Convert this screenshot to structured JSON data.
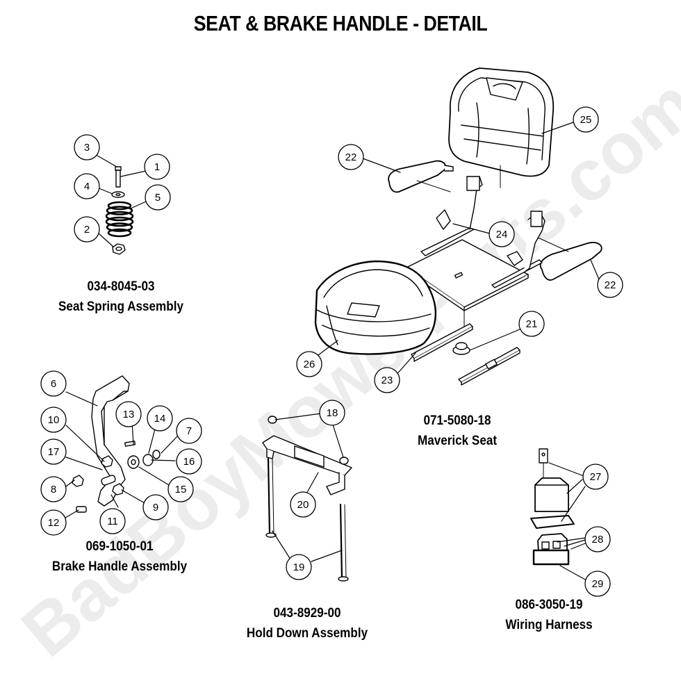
{
  "title": "SEAT & BRAKE HANDLE - DETAIL",
  "watermark": "BadBoyMowerParts.com",
  "colors": {
    "line": "#000000",
    "watermark": "#e9e9e9",
    "background": "#ffffff"
  },
  "assemblies": [
    {
      "part_number": "034-8045-03",
      "name": "Seat Spring Assembly"
    },
    {
      "part_number": "069-1050-01",
      "name": "Brake Handle Assembly"
    },
    {
      "part_number": "043-8929-00",
      "name": "Hold Down Assembly"
    },
    {
      "part_number": "071-5080-18",
      "name": "Maverick Seat"
    },
    {
      "part_number": "086-3050-19",
      "name": "Wiring Harness"
    }
  ],
  "callouts": [
    "1",
    "2",
    "3",
    "4",
    "5",
    "6",
    "7",
    "8",
    "9",
    "11",
    "12",
    "13",
    "14",
    "15",
    "16",
    "17",
    "18",
    "19",
    "20",
    "21",
    "22",
    "22",
    "23",
    "24",
    "25",
    "26",
    "27",
    "28",
    "29",
    "10"
  ]
}
